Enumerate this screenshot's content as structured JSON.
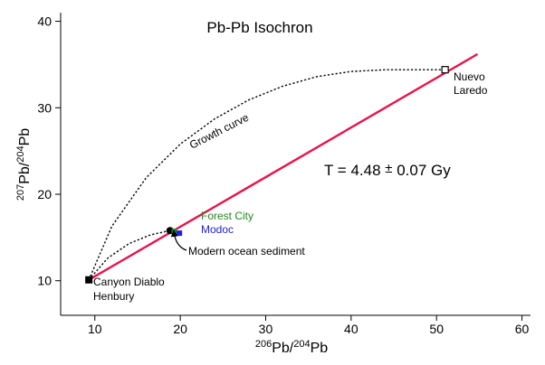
{
  "chart_data": {
    "type": "line",
    "title": "Pb-Pb Isochron",
    "xlabel": {
      "sup1": "206",
      "main1": "Pb/",
      "sup2": "204",
      "main2": "Pb"
    },
    "ylabel": {
      "sup1": "207",
      "main1": "Pb/",
      "sup2": "204",
      "main2": "Pb"
    },
    "xlim": [
      6,
      61
    ],
    "ylim": [
      6,
      41
    ],
    "xticks": [
      10,
      20,
      30,
      40,
      50,
      60
    ],
    "yticks": [
      10,
      20,
      30,
      40
    ],
    "grid": false,
    "age_label": {
      "prefix": "T = 4.48 ",
      "pm": "±",
      "suffix": " 0.07 Gy"
    },
    "series": [
      {
        "role": "isochron",
        "color": "#e8134a",
        "x": [
          9.3,
          54.8
        ],
        "y": [
          10.1,
          36.2
        ]
      },
      {
        "role": "growth-curve-upper",
        "label": "Growth curve",
        "color": "#000000",
        "x": [
          9.3,
          12,
          16,
          20,
          24,
          28,
          32,
          36,
          40,
          44,
          48,
          51
        ],
        "y": [
          10.1,
          16.3,
          21.9,
          25.8,
          28.7,
          30.9,
          32.5,
          33.6,
          34.2,
          34.4,
          34.4,
          34.4
        ]
      },
      {
        "role": "growth-curve-lower",
        "color": "#000000",
        "x": [
          9.3,
          11.5,
          14,
          16.5,
          18.8
        ],
        "y": [
          10.1,
          12.6,
          14.3,
          15.3,
          15.8
        ]
      }
    ],
    "points": [
      {
        "name": "Canyon Diablo",
        "x": 9.3,
        "y": 10.1,
        "marker": "square-filled",
        "color": "#000000"
      },
      {
        "name": "Nuevo Laredo",
        "x": 51.0,
        "y": 34.4,
        "marker": "square-open",
        "color": "#000000"
      },
      {
        "name": "Modern ocean sediment",
        "x": 18.8,
        "y": 15.8,
        "marker": "circle-filled",
        "color": "#000000"
      },
      {
        "name": "Forest City",
        "x": 19.3,
        "y": 15.7,
        "marker": "square-filled",
        "color": "#1a8c1a"
      },
      {
        "name": "Modoc",
        "x": 19.9,
        "y": 15.5,
        "marker": "square-filled",
        "color": "#2020e0"
      }
    ],
    "annotations": {
      "canyon_diablo": "Canyon Diablo",
      "henbury": "Henbury",
      "nuevo": "Nuevo",
      "laredo": "Laredo",
      "forest_city": "Forest City",
      "modoc": "Modoc",
      "ocean_sediment": "Modern ocean sediment",
      "growth_curve": "Growth curve"
    },
    "colors": {
      "isochron": "#e8134a",
      "forest_city": "#1a8c1a",
      "modoc": "#2020e0"
    }
  }
}
